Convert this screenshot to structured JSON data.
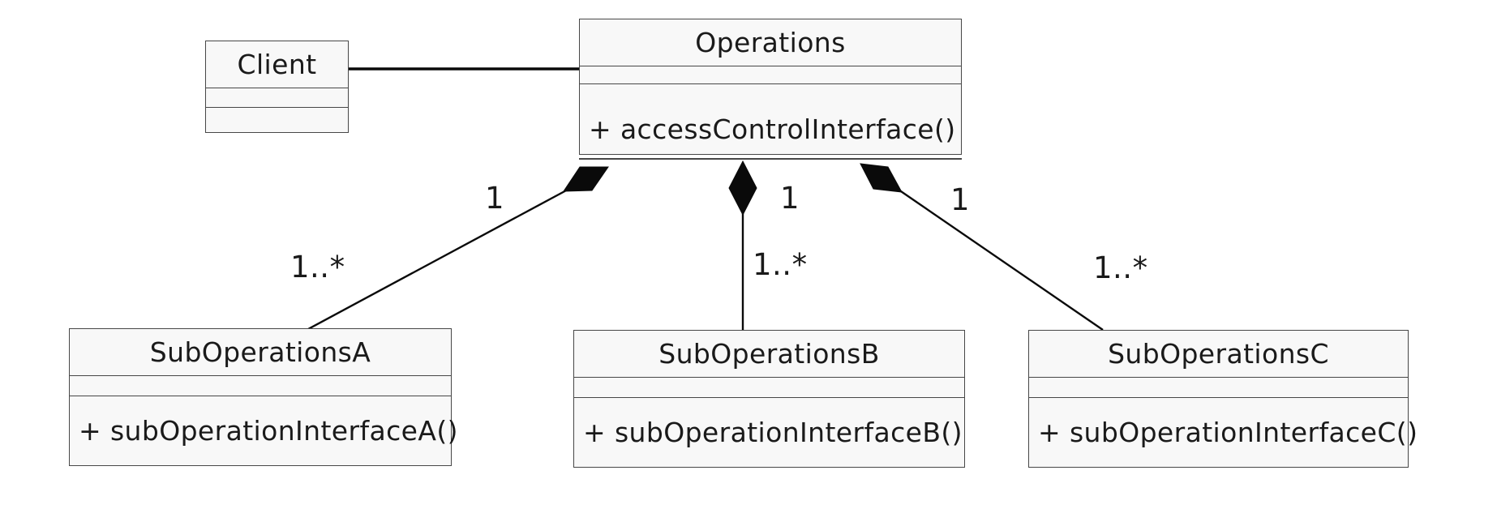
{
  "diagram": {
    "kind": "uml-class-diagram"
  },
  "colors": {
    "background": "#ffffff",
    "box_fill": "#f8f8f8",
    "box_border": "#474747",
    "connector": "#0a0a0a",
    "text": "#1a1a1a"
  },
  "classes": {
    "client": {
      "name": "Client",
      "attributes": "",
      "methods": ""
    },
    "operations": {
      "name": "Operations",
      "attributes": "",
      "method": "+ accessControlInterface()"
    },
    "sub_a": {
      "name": "SubOperationsA",
      "attributes": "",
      "method": "+ subOperationInterfaceA()"
    },
    "sub_b": {
      "name": "SubOperationsB",
      "attributes": "",
      "method": "+ subOperationInterfaceB()"
    },
    "sub_c": {
      "name": "SubOperationsC",
      "attributes": "",
      "method": "+ subOperationInterfaceC()"
    }
  },
  "relationships": {
    "client_operations": {
      "type": "association",
      "from": "Client",
      "to": "Operations"
    },
    "operations_sub_a": {
      "type": "composition",
      "from": "Operations",
      "to": "SubOperationsA",
      "whole_multiplicity": "1",
      "part_multiplicity": "1..*"
    },
    "operations_sub_b": {
      "type": "composition",
      "from": "Operations",
      "to": "SubOperationsB",
      "whole_multiplicity": "1",
      "part_multiplicity": "1..*"
    },
    "operations_sub_c": {
      "type": "composition",
      "from": "Operations",
      "to": "SubOperationsC",
      "whole_multiplicity": "1",
      "part_multiplicity": "1..*"
    }
  }
}
